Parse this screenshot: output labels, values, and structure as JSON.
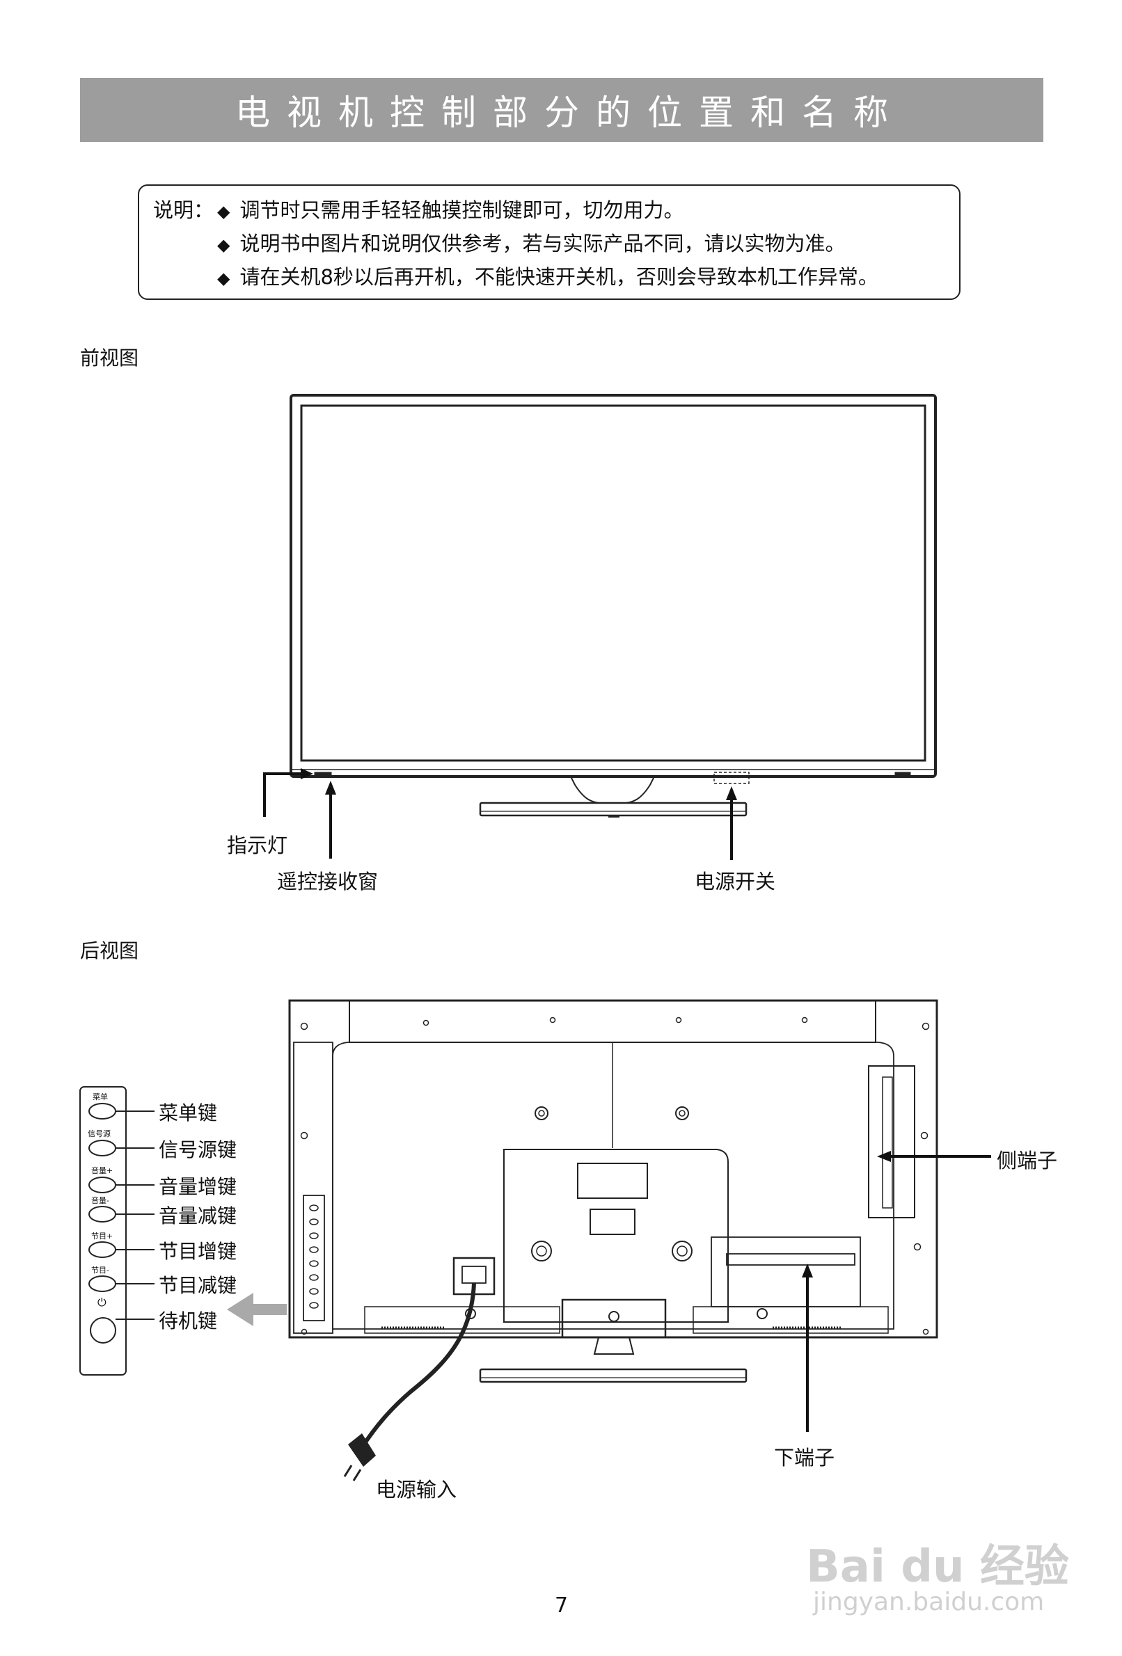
{
  "header": {
    "title": "电视机控制部分的位置和名称"
  },
  "notes": {
    "prefix": "说明：",
    "bullet": "◆",
    "items": [
      "调节时只需用手轻轻触摸控制键即可，切勿用力。",
      "说明书中图片和说明仅供参考，若与实际产品不同，请以实物为准。",
      "请在关机8秒以后再开机，不能快速开关机，否则会导致本机工作异常。"
    ]
  },
  "front_view": {
    "label": "前视图",
    "callouts": {
      "indicator": "指示灯",
      "remote_window": "遥控接收窗",
      "power_switch": "电源开关"
    }
  },
  "rear_view": {
    "label": "后视图",
    "panel_buttons": [
      {
        "small": "菜单",
        "label": "菜单键"
      },
      {
        "small": "信号源",
        "label": "信号源键"
      },
      {
        "small": "音量+",
        "label": "音量增键"
      },
      {
        "small": "音量-",
        "label": "音量减键"
      },
      {
        "small": "节目+",
        "label": "节目增键"
      },
      {
        "small": "节目-",
        "label": "节目减键"
      },
      {
        "small": "⏻",
        "label": "待机键"
      }
    ],
    "callouts": {
      "side_terminal": "侧端子",
      "bottom_terminal": "下端子",
      "power_input": "电源输入"
    }
  },
  "footer": {
    "page_number": "7"
  },
  "watermark": {
    "brand": "Bai du 经验",
    "url": "jingyan.baidu.com"
  }
}
